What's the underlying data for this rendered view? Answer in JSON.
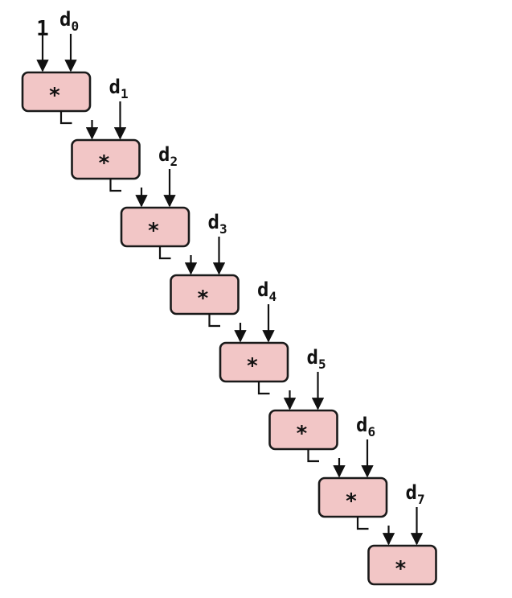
{
  "diagram": {
    "initial_input": "1",
    "operator": "*",
    "nodes": [
      {
        "op": "*",
        "input": {
          "base": "d",
          "sub": "0"
        }
      },
      {
        "op": "*",
        "input": {
          "base": "d",
          "sub": "1"
        }
      },
      {
        "op": "*",
        "input": {
          "base": "d",
          "sub": "2"
        }
      },
      {
        "op": "*",
        "input": {
          "base": "d",
          "sub": "3"
        }
      },
      {
        "op": "*",
        "input": {
          "base": "d",
          "sub": "4"
        }
      },
      {
        "op": "*",
        "input": {
          "base": "d",
          "sub": "5"
        }
      },
      {
        "op": "*",
        "input": {
          "base": "d",
          "sub": "6"
        }
      },
      {
        "op": "*",
        "input": {
          "base": "d",
          "sub": "7"
        }
      }
    ],
    "colors": {
      "node_fill": "#f2c6c6",
      "stroke": "#111111"
    }
  }
}
